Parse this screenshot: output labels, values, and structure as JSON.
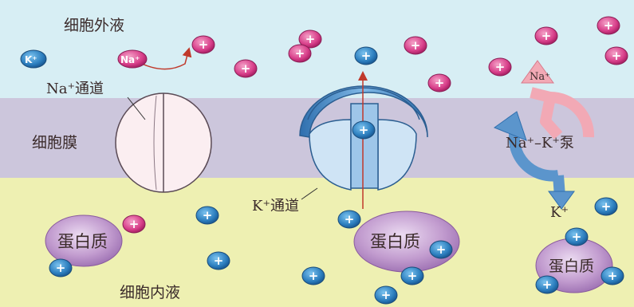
{
  "regions": {
    "extracellular": "细胞外液",
    "membrane": "细胞膜",
    "intracellular": "细胞内液"
  },
  "channels": {
    "na_channel": "Na⁺通道",
    "k_channel": "K⁺通道",
    "pump": "Na⁺–K⁺泵"
  },
  "ions": {
    "k_label": "K⁺",
    "na_label": "Na⁺",
    "k_plain": "K⁺",
    "plus": "+"
  },
  "protein": "蛋白质",
  "colors": {
    "extracellular": "#d7eef4",
    "membrane": "#ccc6dc",
    "intracellular": "#eef0b2",
    "potassium_ion": "#2d7fbf",
    "sodium_ion": "#d83f8a",
    "protein": "#b48cc1",
    "pump_blue": "#5b95cc",
    "pump_pink": "#f2a9b5"
  }
}
